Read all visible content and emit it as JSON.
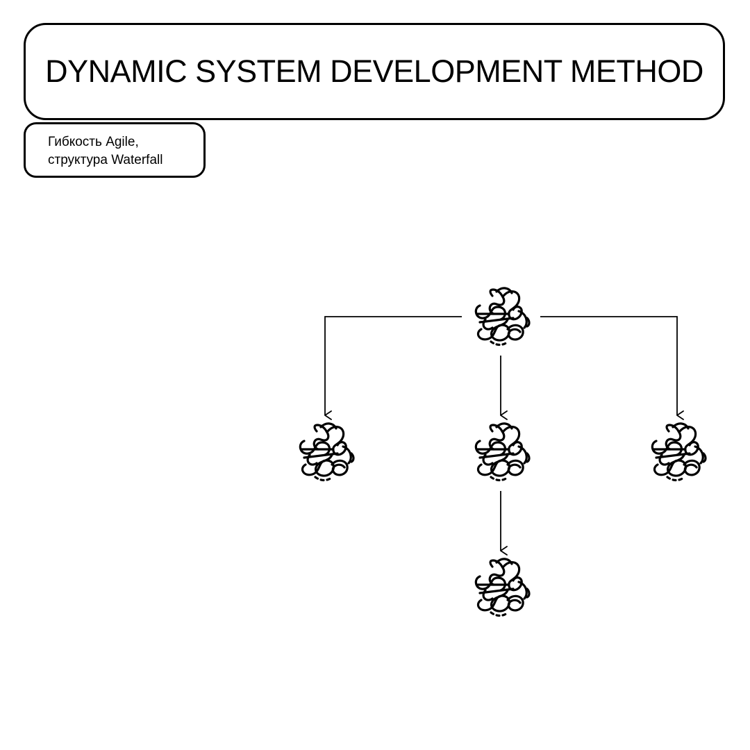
{
  "header": {
    "title": "DYNAMIC SYSTEM DEVELOPMENT METHOD"
  },
  "subtitle": {
    "line1": "Гибкость Agile,",
    "line2": "структура Waterfall"
  },
  "diagram": {
    "nodes": [
      {
        "id": "top",
        "icon": "tangle-icon"
      },
      {
        "id": "left",
        "icon": "tangle-icon"
      },
      {
        "id": "middle",
        "icon": "tangle-icon"
      },
      {
        "id": "right",
        "icon": "tangle-icon"
      },
      {
        "id": "bottom",
        "icon": "tangle-icon"
      }
    ],
    "edges": [
      {
        "from": "top",
        "to": "left"
      },
      {
        "from": "top",
        "to": "middle"
      },
      {
        "from": "top",
        "to": "right"
      },
      {
        "from": "middle",
        "to": "bottom"
      }
    ],
    "colors": {
      "stroke": "#000000",
      "background": "#ffffff"
    }
  }
}
